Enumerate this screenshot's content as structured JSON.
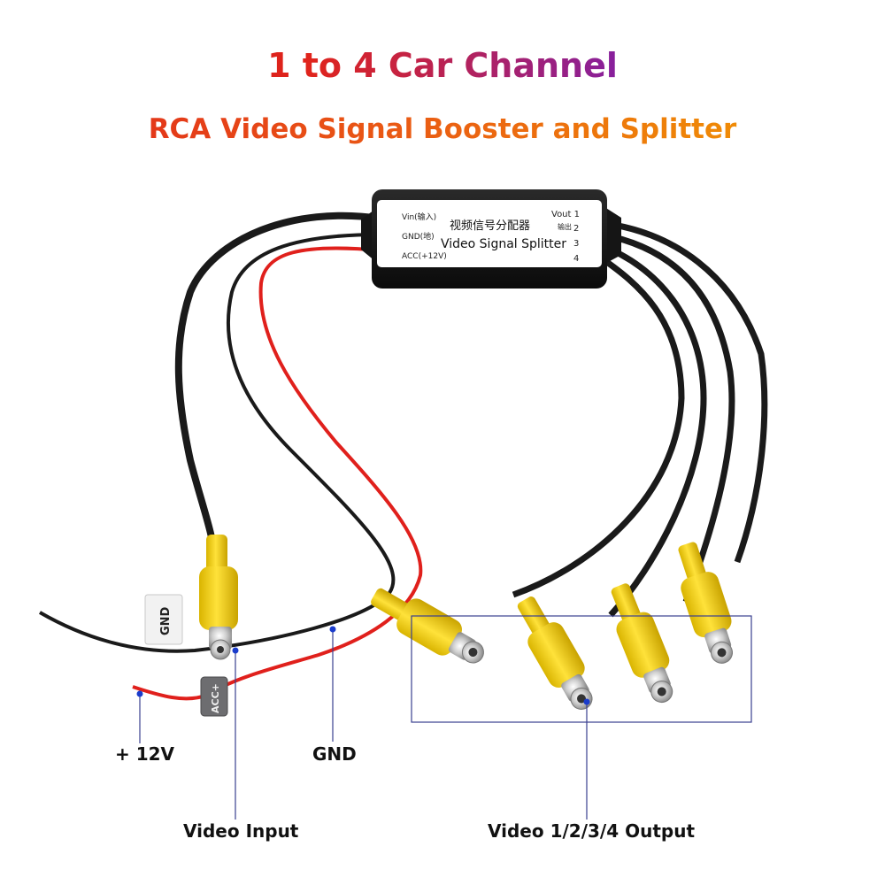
{
  "title": "1 to 4 Car Channel",
  "subtitle": "RCA Video Signal Booster and Splitter",
  "device": {
    "label_cn": "视频信号分配器",
    "label_en": "Video Signal Splitter",
    "vin": "Vin(输入)",
    "gnd": "GND(地)",
    "acc": "ACC(+12V)",
    "vout": "Vout 1",
    "out_cn": "输出",
    "port2": "2",
    "port3": "3",
    "port4": "4"
  },
  "wire_tags": {
    "gnd": "GND",
    "acc": "ACC+"
  },
  "callouts": {
    "plus12v": "+ 12V",
    "gnd": "GND",
    "video_input": "Video Input",
    "video_output": "Video 1/2/3/4 Output"
  },
  "colors": {
    "cable": "#1a1a1a",
    "red_wire": "#e0201c",
    "rca_yellow": "#f2d21a",
    "callout_line": "#3a3f8f",
    "callout_dot": "#1a3ccc"
  }
}
